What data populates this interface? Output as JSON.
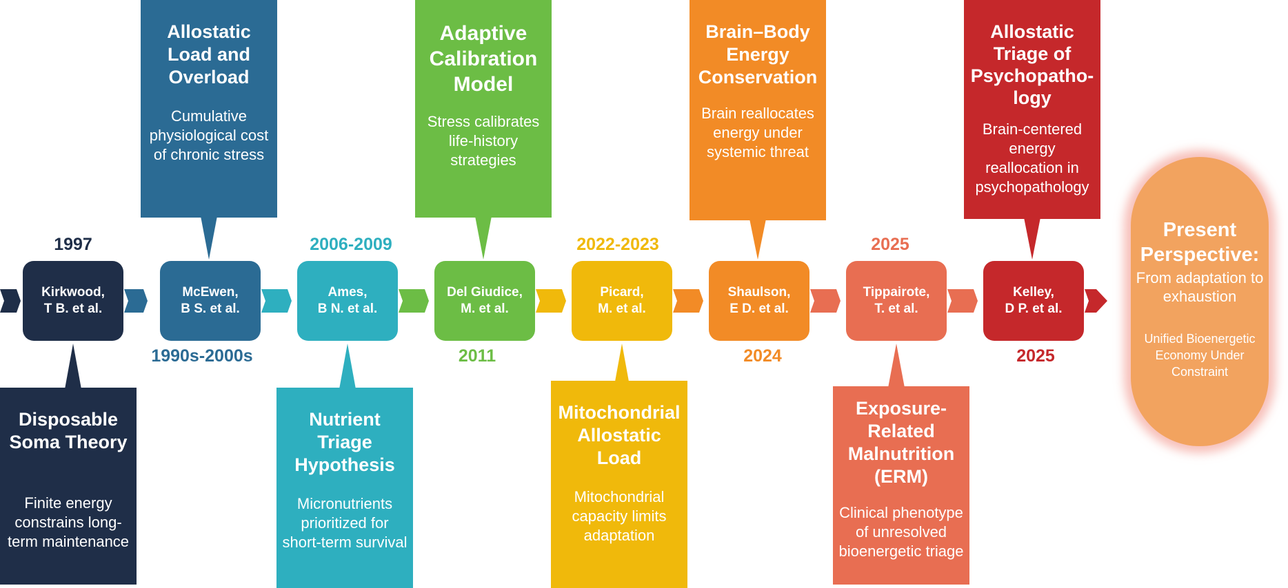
{
  "colors": {
    "navy": "#1f2e48",
    "blue": "#2b6b94",
    "teal": "#2eafbf",
    "green": "#6cbd45",
    "yellow": "#f0b90b",
    "orange": "#f28b26",
    "coral": "#e86e52",
    "red": "#c5282b",
    "present": "#f2a35f"
  },
  "milestones": [
    {
      "node": "Kirkwood,\nT B. et al.",
      "year": "1997",
      "title": "Disposable Soma Theory",
      "desc": "Finite energy constrains long-term maintenance"
    },
    {
      "node": "McEwen,\nB S. et al.",
      "year": "1990s-2000s",
      "title": "Allostatic Load and Overload",
      "desc": "Cumulative physiological cost of chronic stress"
    },
    {
      "node": "Ames,\nB N. et al.",
      "year": "2006-2009",
      "title": "Nutrient Triage Hypothesis",
      "desc": "Micronutrients prioritized for short-term survival"
    },
    {
      "node": "Del Giudice,\nM. et al.",
      "year": "2011",
      "title": "Adaptive Calibration Model",
      "desc": "Stress calibrates life-history strategies"
    },
    {
      "node": "Picard,\nM. et al.",
      "year": "2022-2023",
      "title": "Mitochondrial Allostatic Load",
      "desc": "Mitochondrial capacity limits adaptation"
    },
    {
      "node": "Shaulson,\nE D. et al.",
      "year": "2024",
      "title": "Brain–Body Energy Conservation",
      "desc": "Brain reallocates energy under systemic threat"
    },
    {
      "node": "Tippairote,\nT. et al.",
      "year": "2025",
      "title": "Exposure-Related Malnutrition (ERM)",
      "desc": "Clinical phenotype of unresolved bioenergetic triage"
    },
    {
      "node": "Kelley,\nD P. et al.",
      "year": "2025",
      "title": "Allostatic Triage of Psychopatho-logy",
      "desc": "Brain-centered energy reallocation in psychopathology"
    }
  ],
  "present": {
    "title": "Present Perspective:",
    "subtitle": "From adaptation to exhaustion",
    "note": "Unified Bioenergetic Economy Under Constraint"
  }
}
